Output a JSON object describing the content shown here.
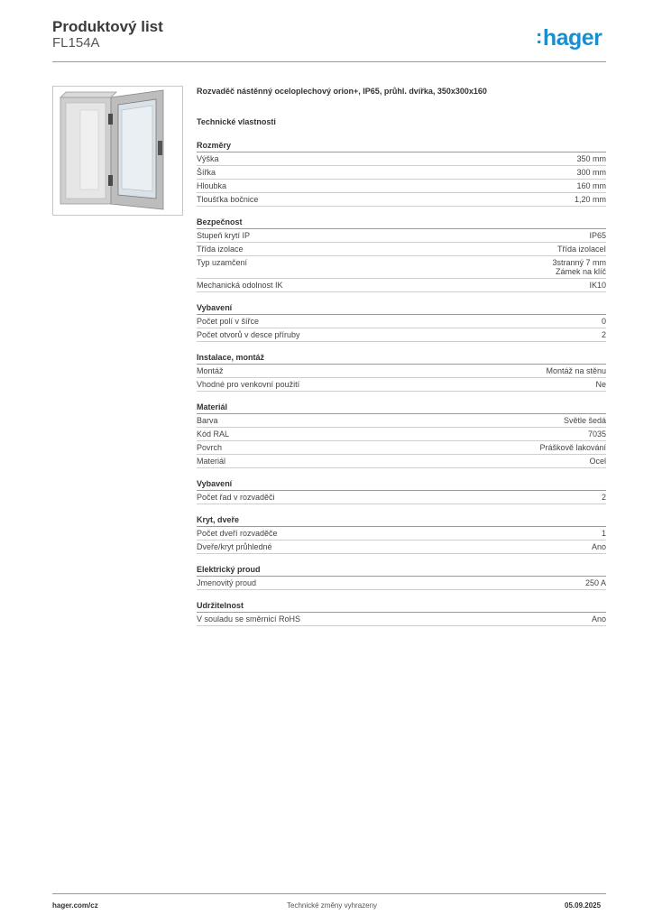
{
  "header": {
    "title": "Produktový list",
    "code": "FL154A",
    "logo_text": "hager",
    "logo_color": "#1a8fd0"
  },
  "product": {
    "description": "Rozvaděč nástěnný oceloplechový orion+, IP65, průhl. dvířka, 350x300x160"
  },
  "tech_heading": "Technické vlastnosti",
  "sections": [
    {
      "title": "Rozměry",
      "rows": [
        {
          "label": "Výška",
          "value": [
            "350 mm"
          ]
        },
        {
          "label": "Šířka",
          "value": [
            "300 mm"
          ]
        },
        {
          "label": "Hloubka",
          "value": [
            "160 mm"
          ]
        },
        {
          "label": "Tloušťka bočnice",
          "value": [
            "1,20 mm"
          ]
        }
      ]
    },
    {
      "title": "Bezpečnost",
      "rows": [
        {
          "label": "Stupeň krytí IP",
          "value": [
            "IP65"
          ]
        },
        {
          "label": "Třída izolace",
          "value": [
            "Třída izolaceI"
          ]
        },
        {
          "label": "Typ uzamčení",
          "value": [
            "3stranný 7 mm",
            "Zámek na klíč"
          ]
        },
        {
          "label": "Mechanická odolnost IK",
          "value": [
            "IK10"
          ]
        }
      ]
    },
    {
      "title": "Vybavení",
      "rows": [
        {
          "label": "Počet polí v šířce",
          "value": [
            "0"
          ]
        },
        {
          "label": "Počet otvorů v desce příruby",
          "value": [
            "2"
          ]
        }
      ]
    },
    {
      "title": "Instalace, montáž",
      "rows": [
        {
          "label": "Montáž",
          "value": [
            "Montáž na stěnu"
          ]
        },
        {
          "label": "Vhodné pro venkovní použití",
          "value": [
            "Ne"
          ]
        }
      ]
    },
    {
      "title": "Materiál",
      "rows": [
        {
          "label": "Barva",
          "value": [
            "Světle šedá"
          ]
        },
        {
          "label": "Kód RAL",
          "value": [
            "7035"
          ]
        },
        {
          "label": "Povrch",
          "value": [
            "Práškově lakování"
          ]
        },
        {
          "label": "Materiál",
          "value": [
            "Ocel"
          ]
        }
      ]
    },
    {
      "title": "Vybavení",
      "rows": [
        {
          "label": "Počet řad v rozvaděči",
          "value": [
            "2"
          ]
        }
      ]
    },
    {
      "title": "Kryt, dveře",
      "rows": [
        {
          "label": "Počet dveří rozvaděče",
          "value": [
            "1"
          ]
        },
        {
          "label": "Dveře/kryt průhledné",
          "value": [
            "Ano"
          ]
        }
      ]
    },
    {
      "title": "Elektrický proud",
      "rows": [
        {
          "label": "Jmenovitý proud",
          "value": [
            "250 A"
          ]
        }
      ]
    },
    {
      "title": "Udržitelnost",
      "rows": [
        {
          "label": "V souladu se směrnicí RoHS",
          "value": [
            "Ano"
          ]
        }
      ]
    }
  ],
  "footer": {
    "website": "hager.com/cz",
    "note": "Technické změny vyhrazeny",
    "date": "05.09.2025"
  }
}
